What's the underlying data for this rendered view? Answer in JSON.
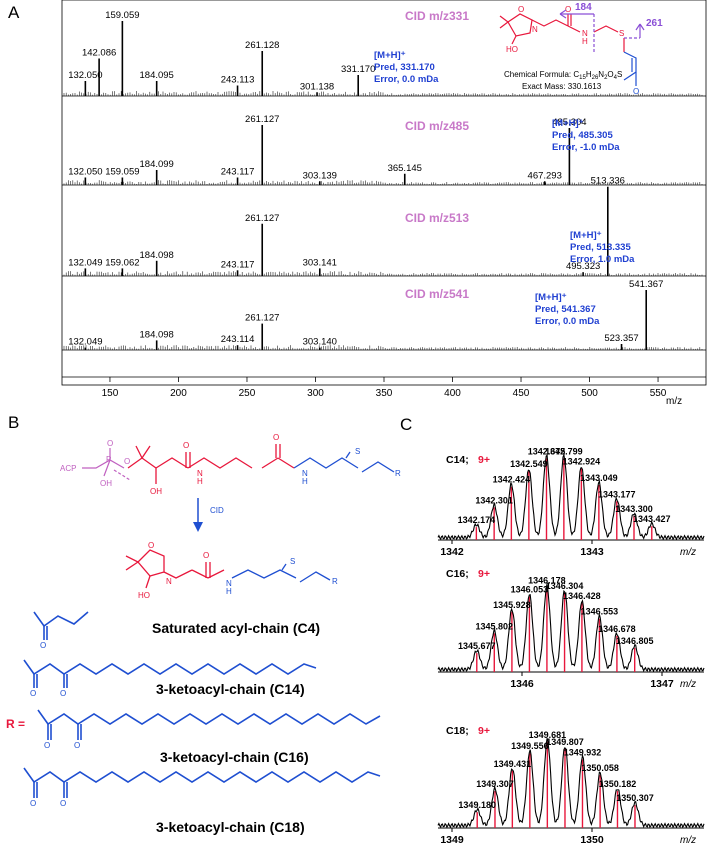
{
  "panels": {
    "a": "A",
    "b": "B",
    "c": "C"
  },
  "chart_data": [
    {
      "type": "bar",
      "panel": "A",
      "xlabel": "m/z",
      "xlim": [
        115,
        585
      ],
      "xticks": [
        150,
        200,
        250,
        300,
        350,
        400,
        450,
        500,
        550
      ],
      "spectra": [
        {
          "title": "CID m/z331",
          "annotation": [
            "[M+H]⁺",
            "Pred, 331.170",
            "Error, 0.0 mDa"
          ],
          "peaks": [
            {
              "mz": 132.05,
              "rel": 0.2,
              "label": "132.050"
            },
            {
              "mz": 142.086,
              "rel": 0.5,
              "label": "142.086"
            },
            {
              "mz": 159.059,
              "rel": 1.0,
              "label": "159.059"
            },
            {
              "mz": 184.095,
              "rel": 0.2,
              "label": "184.095"
            },
            {
              "mz": 243.113,
              "rel": 0.14,
              "label": "243.113"
            },
            {
              "mz": 261.128,
              "rel": 0.6,
              "label": "261.128"
            },
            {
              "mz": 301.138,
              "rel": 0.05,
              "label": "301.138"
            },
            {
              "mz": 331.17,
              "rel": 0.28,
              "label": "331.170"
            }
          ]
        },
        {
          "title": "CID m/z485",
          "annotation": [
            "[M+H]⁺",
            "Pred, 485.305",
            "Error, -1.0 mDa"
          ],
          "peaks": [
            {
              "mz": 132.05,
              "rel": 0.1,
              "label": "132.050"
            },
            {
              "mz": 159.059,
              "rel": 0.1,
              "label": "159.059"
            },
            {
              "mz": 184.099,
              "rel": 0.2,
              "label": "184.099"
            },
            {
              "mz": 243.117,
              "rel": 0.1,
              "label": "243.117"
            },
            {
              "mz": 261.127,
              "rel": 0.8,
              "label": "261.127"
            },
            {
              "mz": 303.139,
              "rel": 0.05,
              "label": "303.139"
            },
            {
              "mz": 365.145,
              "rel": 0.15,
              "label": "365.145"
            },
            {
              "mz": 467.293,
              "rel": 0.05,
              "label": "467.293"
            },
            {
              "mz": 485.304,
              "rel": 0.76,
              "label": "485.304"
            }
          ]
        },
        {
          "title": "CID m/z513",
          "annotation": [
            "[M+H]⁺",
            "Pred, 513.335",
            "Error, 1.0 mDa"
          ],
          "peaks": [
            {
              "mz": 132.049,
              "rel": 0.08,
              "label": "132.049"
            },
            {
              "mz": 159.062,
              "rel": 0.08,
              "label": "159.062"
            },
            {
              "mz": 184.098,
              "rel": 0.16,
              "label": "184.098"
            },
            {
              "mz": 243.117,
              "rel": 0.06,
              "label": "243.117"
            },
            {
              "mz": 261.127,
              "rel": 0.55,
              "label": "261.127"
            },
            {
              "mz": 303.141,
              "rel": 0.08,
              "label": "303.141"
            },
            {
              "mz": 495.323,
              "rel": 0.04,
              "label": "495.323"
            },
            {
              "mz": 513.336,
              "rel": 0.94,
              "label": "513.336"
            }
          ]
        },
        {
          "title": "CID m/z541",
          "annotation": [
            "[M+H]⁺",
            "Pred, 541.367",
            "Error, 0.0 mDa"
          ],
          "peaks": [
            {
              "mz": 132.049,
              "rel": 0.04,
              "label": "132.049"
            },
            {
              "mz": 184.098,
              "rel": 0.16,
              "label": "184.098"
            },
            {
              "mz": 243.114,
              "rel": 0.08,
              "label": "243.114"
            },
            {
              "mz": 261.127,
              "rel": 0.44,
              "label": "261.127"
            },
            {
              "mz": 303.14,
              "rel": 0.04,
              "label": "303.140"
            },
            {
              "mz": 523.357,
              "rel": 0.1,
              "label": "523.357"
            },
            {
              "mz": 541.367,
              "rel": 1.0,
              "label": "541.367"
            }
          ]
        }
      ]
    },
    {
      "type": "line",
      "panel": "C",
      "xlabel": "m/z",
      "charge": "9+",
      "spectra": [
        {
          "label": "C14;",
          "xlim": [
            1341.9,
            1343.8
          ],
          "xticks": [
            1342,
            1343
          ],
          "peaks": [
            {
              "mz": 1342.174,
              "rel": 0.15
            },
            {
              "mz": 1342.301,
              "rel": 0.38
            },
            {
              "mz": 1342.424,
              "rel": 0.62
            },
            {
              "mz": 1342.549,
              "rel": 0.8
            },
            {
              "mz": 1342.675,
              "rel": 0.95
            },
            {
              "mz": 1342.799,
              "rel": 0.95
            },
            {
              "mz": 1342.924,
              "rel": 0.83
            },
            {
              "mz": 1343.049,
              "rel": 0.64
            },
            {
              "mz": 1343.177,
              "rel": 0.45
            },
            {
              "mz": 1343.3,
              "rel": 0.28
            },
            {
              "mz": 1343.427,
              "rel": 0.16
            }
          ],
          "labels": [
            "1342.174",
            "1342.301",
            "1342.424",
            "1342.549",
            "1342.675",
            "1342.799",
            "1342.924",
            "1343.049",
            "1343.177",
            "1343.300",
            "1343.427"
          ]
        },
        {
          "label": "C16;",
          "xlim": [
            1345.4,
            1347.3
          ],
          "xticks": [
            1346,
            1347
          ],
          "peaks": [
            {
              "mz": 1345.677,
              "rel": 0.22
            },
            {
              "mz": 1345.802,
              "rel": 0.45
            },
            {
              "mz": 1345.928,
              "rel": 0.7
            },
            {
              "mz": 1346.053,
              "rel": 0.88
            },
            {
              "mz": 1346.178,
              "rel": 0.98
            },
            {
              "mz": 1346.304,
              "rel": 0.92
            },
            {
              "mz": 1346.428,
              "rel": 0.8
            },
            {
              "mz": 1346.553,
              "rel": 0.62
            },
            {
              "mz": 1346.678,
              "rel": 0.42
            },
            {
              "mz": 1346.805,
              "rel": 0.28
            }
          ],
          "labels": [
            "1345.677",
            "1345.802",
            "1345.928",
            "1346.053",
            "1346.178",
            "1346.304",
            "1346.428",
            "1346.553",
            "1346.678",
            "1346.805"
          ]
        },
        {
          "label": "C18;",
          "xlim": [
            1348.9,
            1350.8
          ],
          "xticks": [
            1349,
            1350
          ],
          "peaks": [
            {
              "mz": 1349.18,
              "rel": 0.18
            },
            {
              "mz": 1349.307,
              "rel": 0.42
            },
            {
              "mz": 1349.431,
              "rel": 0.65
            },
            {
              "mz": 1349.556,
              "rel": 0.85
            },
            {
              "mz": 1349.681,
              "rel": 0.98
            },
            {
              "mz": 1349.807,
              "rel": 0.9
            },
            {
              "mz": 1349.932,
              "rel": 0.78
            },
            {
              "mz": 1350.058,
              "rel": 0.6
            },
            {
              "mz": 1350.182,
              "rel": 0.42
            },
            {
              "mz": 1350.307,
              "rel": 0.26
            }
          ],
          "labels": [
            "1349.180",
            "1349.307",
            "1349.431",
            "1349.556",
            "1349.681",
            "1349.807",
            "1349.932",
            "1350.058",
            "1350.182",
            "1350.307"
          ]
        }
      ]
    }
  ],
  "structure_a": {
    "frag1": "184",
    "frag2": "261",
    "formula_prefix": "Chemical Formula: C",
    "formula_c": "15",
    "formula_h_prefix": "H",
    "formula_h": "26",
    "formula_n_prefix": "N",
    "formula_n": "2",
    "formula_o_prefix": "O",
    "formula_o": "4",
    "formula_s": "S",
    "exact_mass": "Exact Mass: 330.1613"
  },
  "structure_b": {
    "acp": "ACP",
    "cid": "CID",
    "r_eq": "R =",
    "chains": [
      "Saturated acyl-chain (C4)",
      "3-ketoacyl-chain (C14)",
      "3-ketoacyl-chain (C16)",
      "3-ketoacyl-chain (C18)"
    ]
  }
}
